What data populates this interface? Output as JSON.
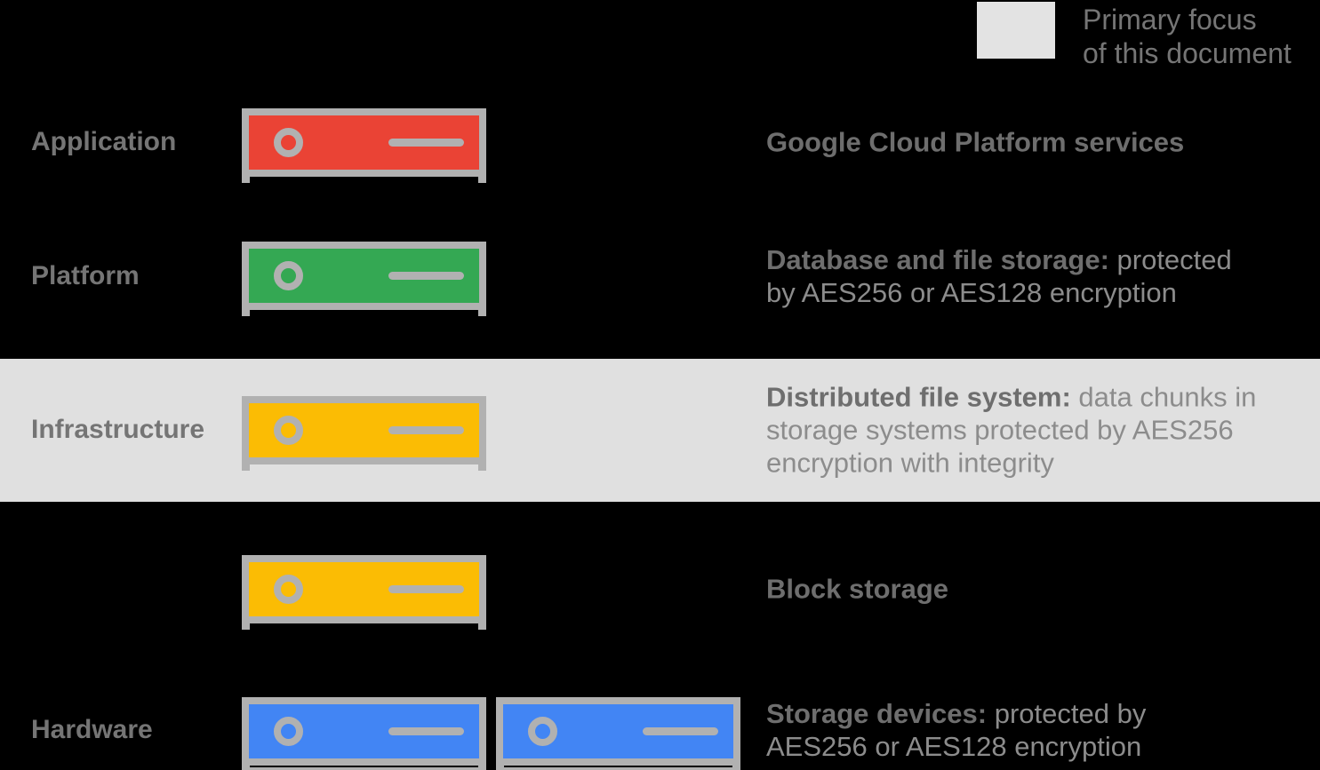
{
  "legend": {
    "label": "Primary focus\nof this document"
  },
  "rows": [
    {
      "label": "Application",
      "icon_color": "red",
      "desc_bold": "Google Cloud Platform services",
      "desc_rest": ""
    },
    {
      "label": "Platform",
      "icon_color": "green",
      "desc_bold": "Database and file storage:",
      "desc_rest": " protected\nby AES256 or AES128 encryption"
    },
    {
      "label": "Infrastructure",
      "icon_color": "yellow",
      "highlighted": true,
      "desc_bold": "Distributed file system:",
      "desc_rest": " data chunks in\nstorage systems protected by AES256\nencryption with integrity"
    },
    {
      "label": "",
      "icon_color": "yellow",
      "desc_bold": "Block storage",
      "desc_rest": ""
    },
    {
      "label": "Hardware",
      "icon_color": "blue",
      "icon_count": 2,
      "desc_bold": "Storage devices:",
      "desc_rest": " protected by\nAES256 or AES128 encryption"
    }
  ],
  "palette": {
    "background": "#000000",
    "highlight_band": "#E0E0E0",
    "legend_square": "#E3E3E3",
    "frame_gray": "#B1B1B1",
    "red": "#EA4335",
    "green": "#34A853",
    "yellow": "#FBBC04",
    "blue": "#4285F4",
    "label_text": "#757575",
    "desc_bold_text": "#6E6E6E",
    "desc_regular_text": "#8C8C8C",
    "legend_text": "#757575"
  }
}
